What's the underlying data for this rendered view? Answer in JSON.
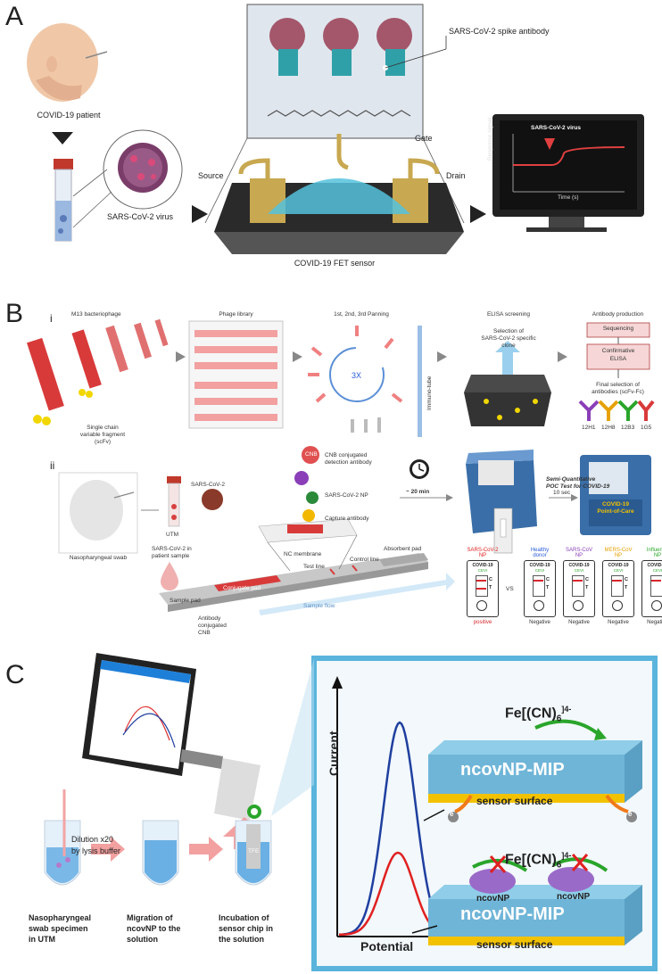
{
  "panel_a": {
    "letter": "A",
    "patient_label": "COVID-19 patient",
    "virus_label": "SARS-CoV-2 virus",
    "antibody_label": "SARS-CoV-2 spike antibody",
    "gate_label": "Gate",
    "source_label": "Source",
    "drain_label": "Drain",
    "sensor_label": "COVID-19 FET sensor",
    "monitor_title": "SARS-CoV-2 virus",
    "monitor_ylabel": "Response signal",
    "monitor_xlabel": "Time (s)"
  },
  "panel_b": {
    "letter": "B",
    "sub_i": "i",
    "sub_ii": "ii",
    "m13_label": "M13 bacteriophage",
    "scfv_label_1": "Single chain",
    "scfv_label_2": "variable fragment",
    "scfv_label_3": "(scFv)",
    "phage_library": "Phage library",
    "panning": "1st, 2nd, 3rd Panning",
    "panning_3x": "3X",
    "immuno_tube": "Immuno-tube",
    "elisa_title": "ELISA screening",
    "elisa_sel_1": "Selection of",
    "elisa_sel_2": "SARS-CoV-2 specific",
    "elisa_sel_3": "clone",
    "antibody_prod": "Antibody production",
    "sequencing": "Sequencing",
    "confirmative_1": "Confirmative",
    "confirmative_2": "ELISA",
    "final_sel_1": "Final selection of",
    "final_sel_2": "antibodies (scFv-Fc)",
    "clones": [
      "12H1",
      "12H8",
      "12B3",
      "1G5"
    ],
    "naso_swab": "Nasopharyngeal swab",
    "sars_cov2": "SARS-CoV-2",
    "utm": "UTM",
    "sars_in_sample_1": "SARS-CoV-2 in",
    "sars_in_sample_2": "patient sample",
    "cnb": "CNB",
    "cnb_detect_1": "CNB conjugated",
    "cnb_detect_2": "detection antibody",
    "np_label": "SARS-CoV-2 NP",
    "capture_ab": "Capture antibody",
    "time_label": "~ 20 min",
    "nc_membrane": "NC membrane",
    "test_line": "Test line",
    "control_line": "Control line",
    "absorbent_pad": "Absorbent pad",
    "conjugate_pad": "Conjugate pad",
    "sample_pad": "Sample pad",
    "sample_flow": "Sample flow",
    "ab_cnb_1": "Antibody",
    "ab_cnb_2": "conjugated",
    "ab_cnb_3": "CNB",
    "poc_title_1": "Semi-Quantitative",
    "poc_title_2": "POC Test for COVID-19",
    "ten_sec": "10 sec",
    "device_screen_1": "COVID-19",
    "device_screen_2": "Point-of-Care",
    "vs": "VS",
    "strips": [
      {
        "top": "SARS-CoV-2",
        "bottom_line": "NP",
        "result": "positive",
        "color": "#e02020"
      },
      {
        "top": "Healthy",
        "bottom_line": "donor",
        "result": "Negative",
        "color": "#2a5bd7"
      },
      {
        "top": "SARS-CoV",
        "bottom_line": "NP",
        "result": "Negative",
        "color": "#8a3fb8"
      },
      {
        "top": "MERS-CoV",
        "bottom_line": "NP",
        "result": "Negative",
        "color": "#e6a100"
      },
      {
        "top": "Influenza",
        "bottom_line": "NP",
        "result": "Negative",
        "color": "#2aa52a"
      }
    ],
    "strip_header": "COVID-19",
    "strip_sub": "CEVI",
    "strip_c": "C",
    "strip_t": "T"
  },
  "panel_c": {
    "letter": "C",
    "dilution_1": "Dilution x20",
    "dilution_2": "by lysis buffer",
    "step1_1": "Nasopharyngeal",
    "step1_2": "swab specimen",
    "step1_3": "in UTM",
    "step2_1": "Migration of",
    "step2_2": "ncovNP to the",
    "step2_3": "solution",
    "step3_1": "Incubation of",
    "step3_2": "sensor chip in",
    "step3_3": "the solution",
    "tfe": "TFE",
    "y_axis": "Current",
    "x_axis": "Potential",
    "fe_top": "Fe[(CN)",
    "fe_sub": "6",
    "fe_sup": "]4-",
    "mip_label": "ncovNP-MIP",
    "sensor_surface": "sensor surface",
    "ncovnp": "ncovNP",
    "electron": "ē"
  },
  "colors": {
    "peak_blue": "#1f3f9f",
    "peak_red": "#e02020",
    "cyan_frame": "#5ab4dc",
    "strip_red": "#d8262c"
  }
}
